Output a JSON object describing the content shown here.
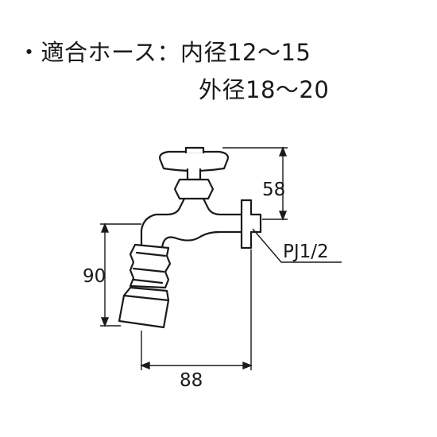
{
  "spec": {
    "line1": "・適合ホース：内径12～15",
    "line2": "外径18～20"
  },
  "dimensions": {
    "height_top": "58",
    "height_total": "90",
    "width": "88",
    "thread": "PJ1/2"
  }
}
